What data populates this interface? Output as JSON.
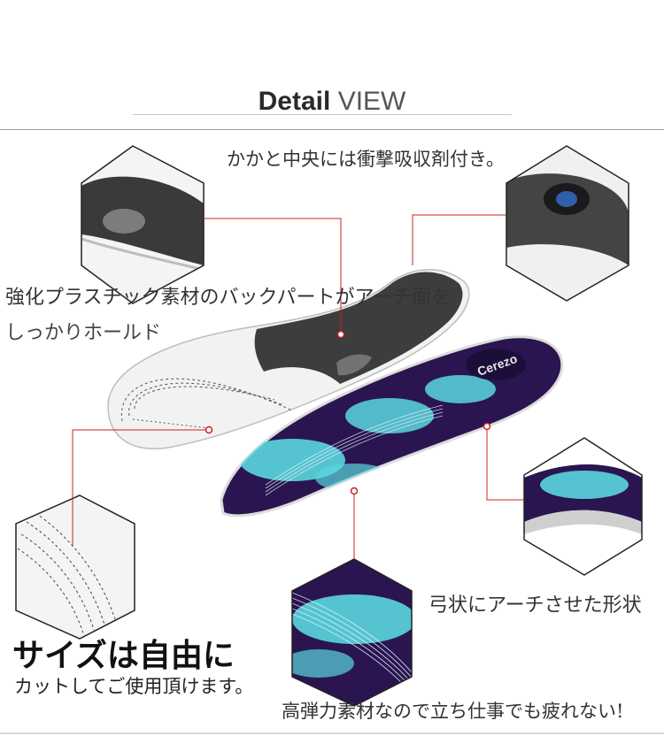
{
  "header": {
    "title_bold": "Detail",
    "title_light": "VIEW"
  },
  "captions": {
    "heel_center": "かかと中央には衝撃吸収剤付き。",
    "back_part_line1": "強化プラスチック素材のバックパートがアーチ面を",
    "back_part_line2": "しっかりホールド",
    "arch_shape": "弓状にアーチさせた形状",
    "size_free": "サイズは自由に",
    "cut_to_use": "カットしてご使用頂けます。",
    "no_fatigue": "高弾力素材なので立ち仕事でも疲れない!"
  },
  "insole_logo": "Cerezo",
  "colors": {
    "callout_line": "#cc2020",
    "insole_purple": "#2a1550",
    "insole_cyan": "#5ad7de",
    "back_plate": "#3d3d3d",
    "insole_white": "#f2f2f2"
  }
}
